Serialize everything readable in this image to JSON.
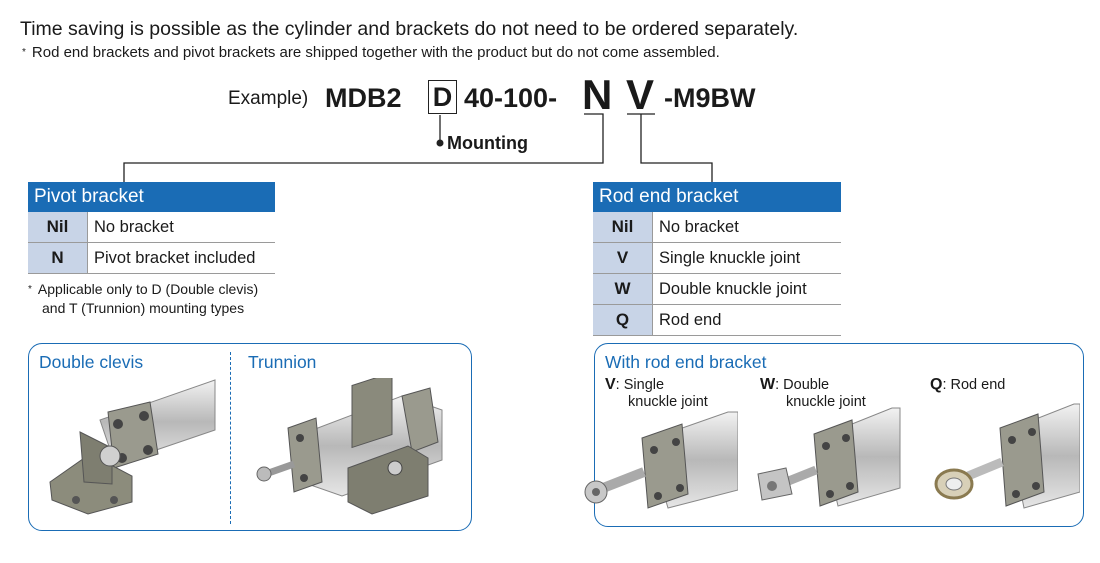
{
  "header": {
    "headline": "Time saving is possible as the cylinder and brackets do not need to be ordered separately.",
    "note_mark": "*",
    "note": "Rod end brackets and pivot brackets are shipped together with the product but do not come assembled."
  },
  "example": {
    "label": "Example)",
    "prefix": "MDB2",
    "mounting_code": "D",
    "middle": "40-100-",
    "pivot_code": "N",
    "rod_end_code": "V",
    "suffix": "-M9BW",
    "mounting_label": "Mounting"
  },
  "pivot_table": {
    "title": "Pivot bracket",
    "rows": [
      {
        "code": "Nil",
        "desc": "No bracket"
      },
      {
        "code": "N",
        "desc": "Pivot bracket included"
      }
    ],
    "note_mark": "*",
    "note_line1": "Applicable only to D (Double clevis)",
    "note_line2": "and T (Trunnion) mounting types"
  },
  "rod_end_table": {
    "title": "Rod end bracket",
    "rows": [
      {
        "code": "Nil",
        "desc": "No bracket"
      },
      {
        "code": "V",
        "desc": "Single knuckle joint"
      },
      {
        "code": "W",
        "desc": "Double knuckle joint"
      },
      {
        "code": "Q",
        "desc": "Rod end"
      }
    ]
  },
  "mounting_panel": {
    "left_title": "Double clevis",
    "right_title": "Trunnion"
  },
  "rod_panel": {
    "title": "With rod end bracket",
    "items": [
      {
        "code": "V",
        "line1": "Single",
        "line2": "knuckle joint"
      },
      {
        "code": "W",
        "line1": "Double",
        "line2": "knuckle joint"
      },
      {
        "code": "Q",
        "line1": "Rod end",
        "line2": ""
      }
    ]
  },
  "colors": {
    "accent": "#1a6cb5",
    "key_cell": "#c8d4e7"
  }
}
